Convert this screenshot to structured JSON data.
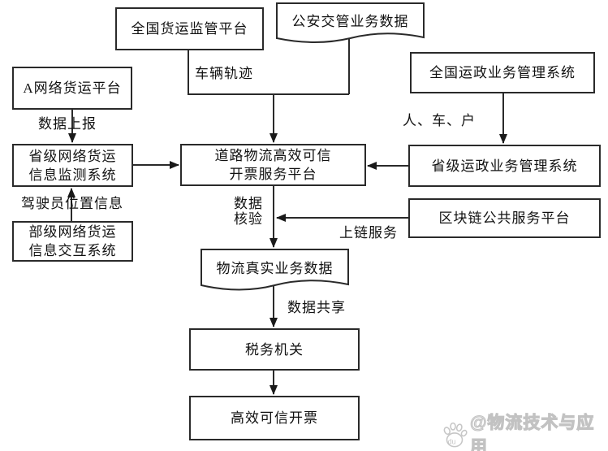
{
  "diagram": {
    "nodes": {
      "national_freight": {
        "label": "全国货运监管平台",
        "shape": "rect"
      },
      "police_data": {
        "label": "公安交管业务数据",
        "shape": "document"
      },
      "national_transport": {
        "label": "全国运政业务管理系统",
        "shape": "rect"
      },
      "a_network": {
        "label": "A网络货运平台",
        "shape": "rect"
      },
      "provincial_network": {
        "label": "省级网络货运\n信息监测系统",
        "shape": "rect"
      },
      "central_platform": {
        "label": "道路物流高效可信\n开票服务平台",
        "shape": "rect"
      },
      "provincial_transport": {
        "label": "省级运政业务管理系统",
        "shape": "rect"
      },
      "blockchain": {
        "label": "区块链公共服务平台",
        "shape": "rect"
      },
      "ministry_network": {
        "label": "部级网络货运\n信息交互系统",
        "shape": "rect"
      },
      "logistics_data": {
        "label": "物流真实业务数据",
        "shape": "document"
      },
      "tax_authority": {
        "label": "税务机关",
        "shape": "rect"
      },
      "trusted_invoice": {
        "label": "高效可信开票",
        "shape": "rect"
      }
    },
    "edge_labels": {
      "vehicle_track": "车辆轨迹",
      "data_report": "数据上报",
      "person_vehicle_household": "人、车、户",
      "driver_location": "驾驶员位置信息",
      "data_verification": "数据\n核验",
      "chain_service": "上链服务",
      "data_share": "数据共享"
    },
    "colors": {
      "line": "#2a2a2a",
      "text": "#111111",
      "background": "#ffffff",
      "watermark": "#c2c2c2"
    },
    "watermark": {
      "text": "@物流技术与应用",
      "logo_text": "du"
    }
  }
}
